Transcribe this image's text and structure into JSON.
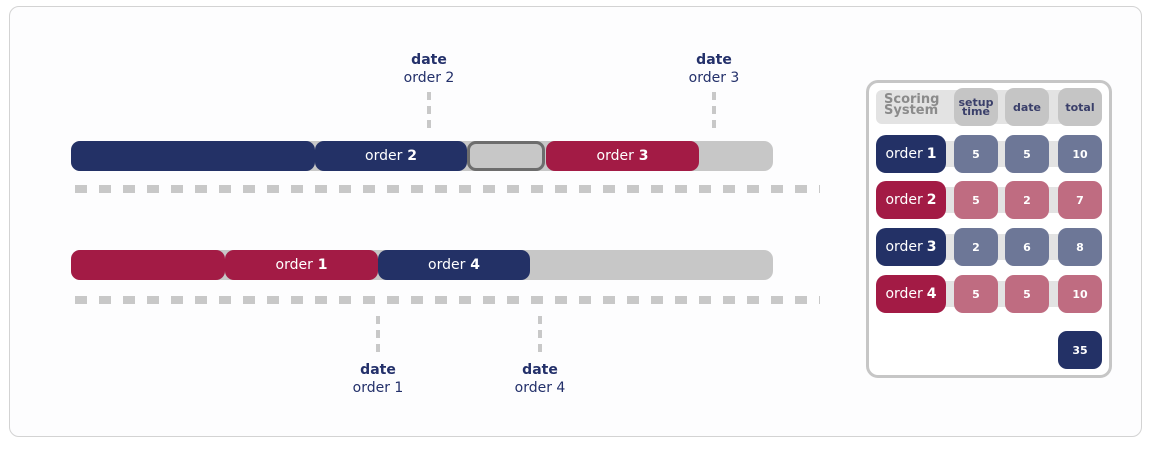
{
  "markers_top": [
    {
      "date": "date",
      "order": "order 2"
    },
    {
      "date": "date",
      "order": "order 3"
    }
  ],
  "markers_bottom": [
    {
      "date": "date",
      "order": "order 1"
    },
    {
      "date": "date",
      "order": "order 4"
    }
  ],
  "line1": {
    "seg_order2": {
      "word": "order",
      "num": "2"
    },
    "seg_order3": {
      "word": "order",
      "num": "3"
    }
  },
  "line2": {
    "seg_order1": {
      "word": "order",
      "num": "1"
    },
    "seg_order4": {
      "word": "order",
      "num": "4"
    }
  },
  "scoring": {
    "title_line1": "Scoring",
    "title_line2": "System",
    "col_setup_line1": "setup",
    "col_setup_line2": "time",
    "col_date": "date",
    "col_total": "total",
    "rows": [
      {
        "word": "order",
        "num": "1",
        "setup": "5",
        "date": "5",
        "total": "10"
      },
      {
        "word": "order",
        "num": "2",
        "setup": "5",
        "date": "2",
        "total": "7"
      },
      {
        "word": "order",
        "num": "3",
        "setup": "2",
        "date": "6",
        "total": "8"
      },
      {
        "word": "order",
        "num": "4",
        "setup": "5",
        "date": "5",
        "total": "10"
      }
    ],
    "grand_total": "35"
  },
  "colors": {
    "navy": "#233166",
    "red": "#a31b45",
    "track": "#c7c7c7"
  }
}
